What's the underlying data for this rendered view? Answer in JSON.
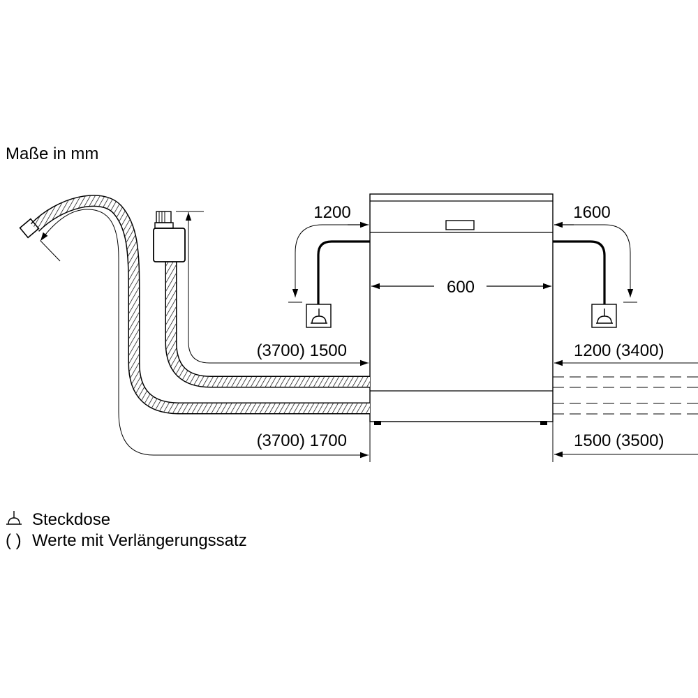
{
  "title": "Maße in mm",
  "dimensions": {
    "width": "600",
    "left_top": "1200",
    "right_top": "1600",
    "left_mid": "(3700) 1500",
    "right_mid": "1200 (3400)",
    "left_bottom": "(3700) 1700",
    "right_bottom": "1500 (3500)"
  },
  "legend": {
    "socket_symbol": "⏊",
    "socket_label": "Steckdose",
    "bracket_symbol": "( )",
    "bracket_label": "Werte mit Verlängerungssatz"
  },
  "icons": [
    "socket-icon",
    "water-tap-icon",
    "drain-hose-icon",
    "water-hose-icon"
  ]
}
